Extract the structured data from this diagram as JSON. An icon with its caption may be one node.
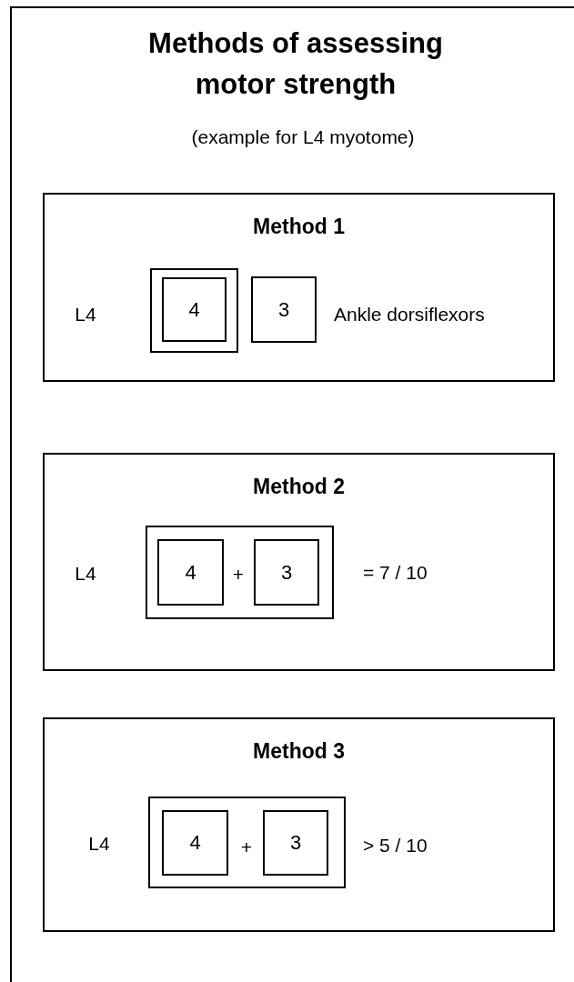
{
  "diagram": {
    "title": "Methods of assessing motor strength",
    "nodes": [
      {
        "text": [
          "(example for L4 myotome)"
        ]
      },
      {
        "text": [
          "Method 1",
          "L4",
          "Ankle dorsiflexors"
        ],
        "in": 0
      },
      {
        "text": [],
        "shape": "box",
        "in": 1
      },
      {
        "text": [
          "4"
        ],
        "in": 2
      },
      {
        "text": [
          "3"
        ],
        "in": 1
      },
      {
        "text": [
          "Method 2",
          "L4",
          "= 7 / 10"
        ],
        "in": 0
      },
      {
        "text": [
          "+"
        ],
        "in": 5
      },
      {
        "text": [
          "4"
        ],
        "in": 6
      },
      {
        "text": [
          "3"
        ],
        "in": 6
      },
      {
        "text": [
          "Method 3",
          "L4",
          "> 5 / 10"
        ],
        "in": 0
      },
      {
        "text": [
          "+"
        ],
        "in": 9
      },
      {
        "text": [
          "4"
        ],
        "in": 10
      },
      {
        "text": [
          "3"
        ],
        "in": 10
      }
    ]
  }
}
